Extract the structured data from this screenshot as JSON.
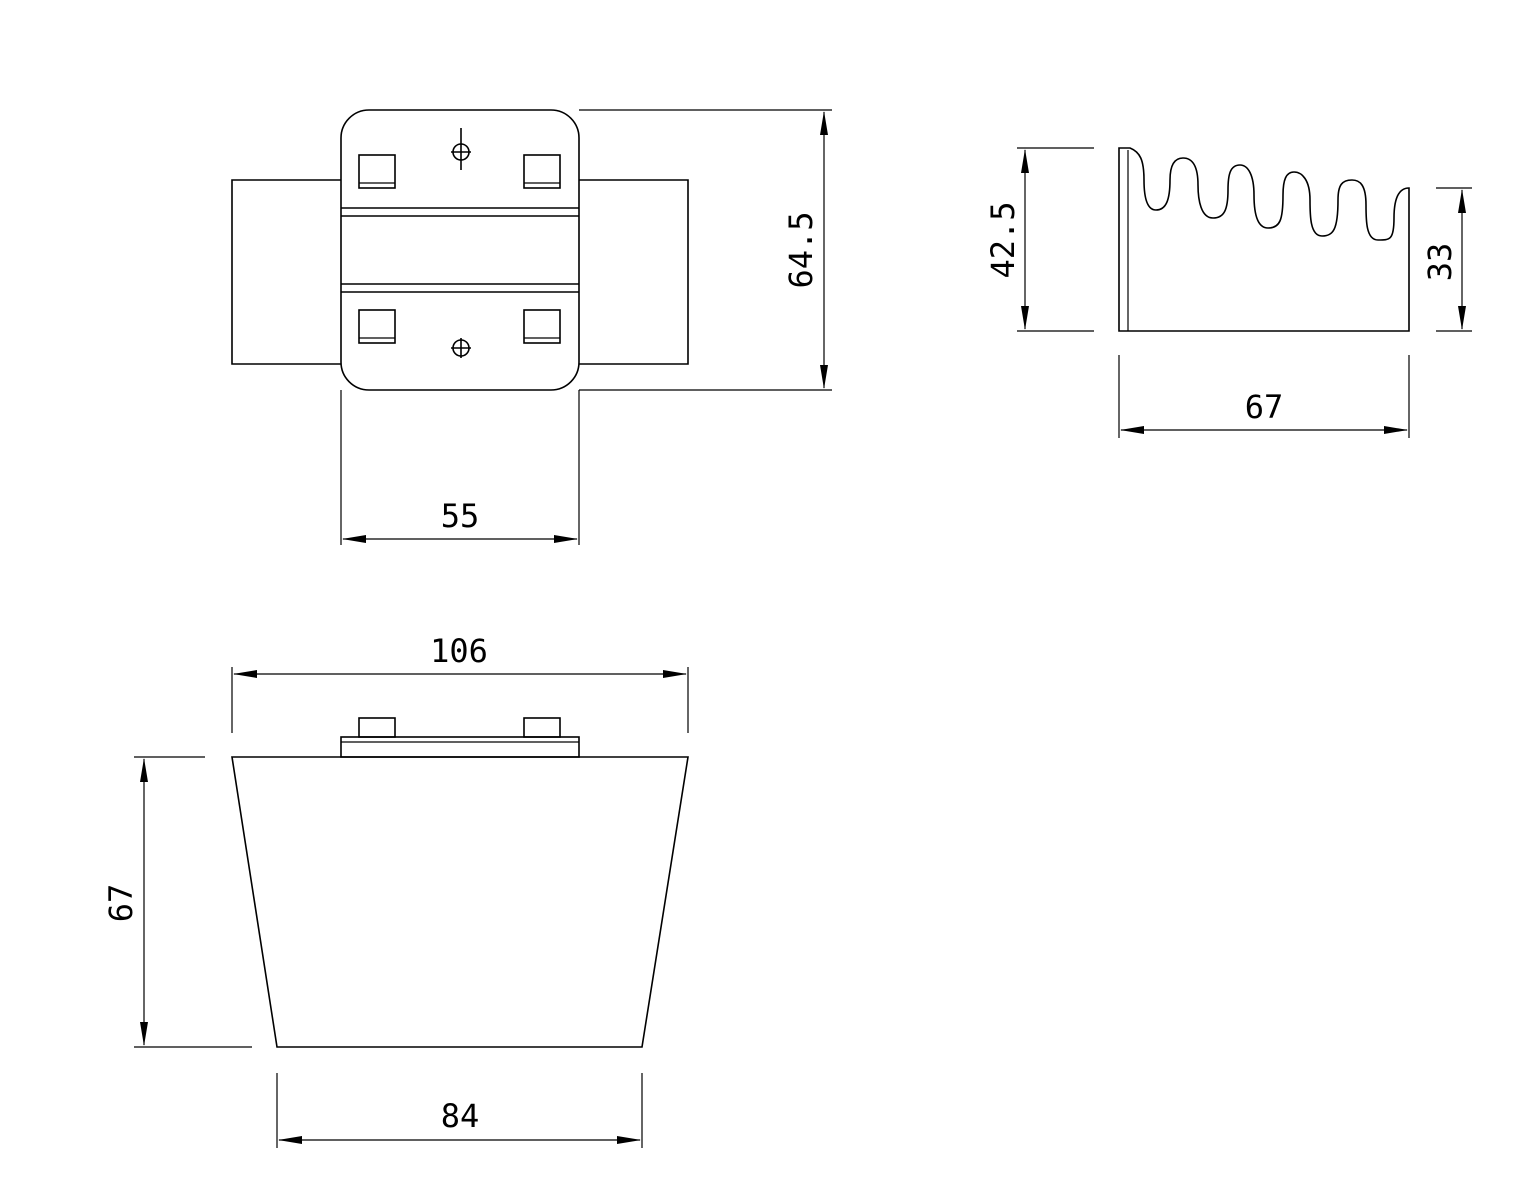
{
  "dimensions": {
    "top_view_height": "64.5",
    "top_view_width": "55",
    "side_view_height": "42.5",
    "side_view_wave_height": "33",
    "side_view_width": "67",
    "front_view_top_width": "106",
    "front_view_height": "67",
    "front_view_bottom_width": "84"
  }
}
